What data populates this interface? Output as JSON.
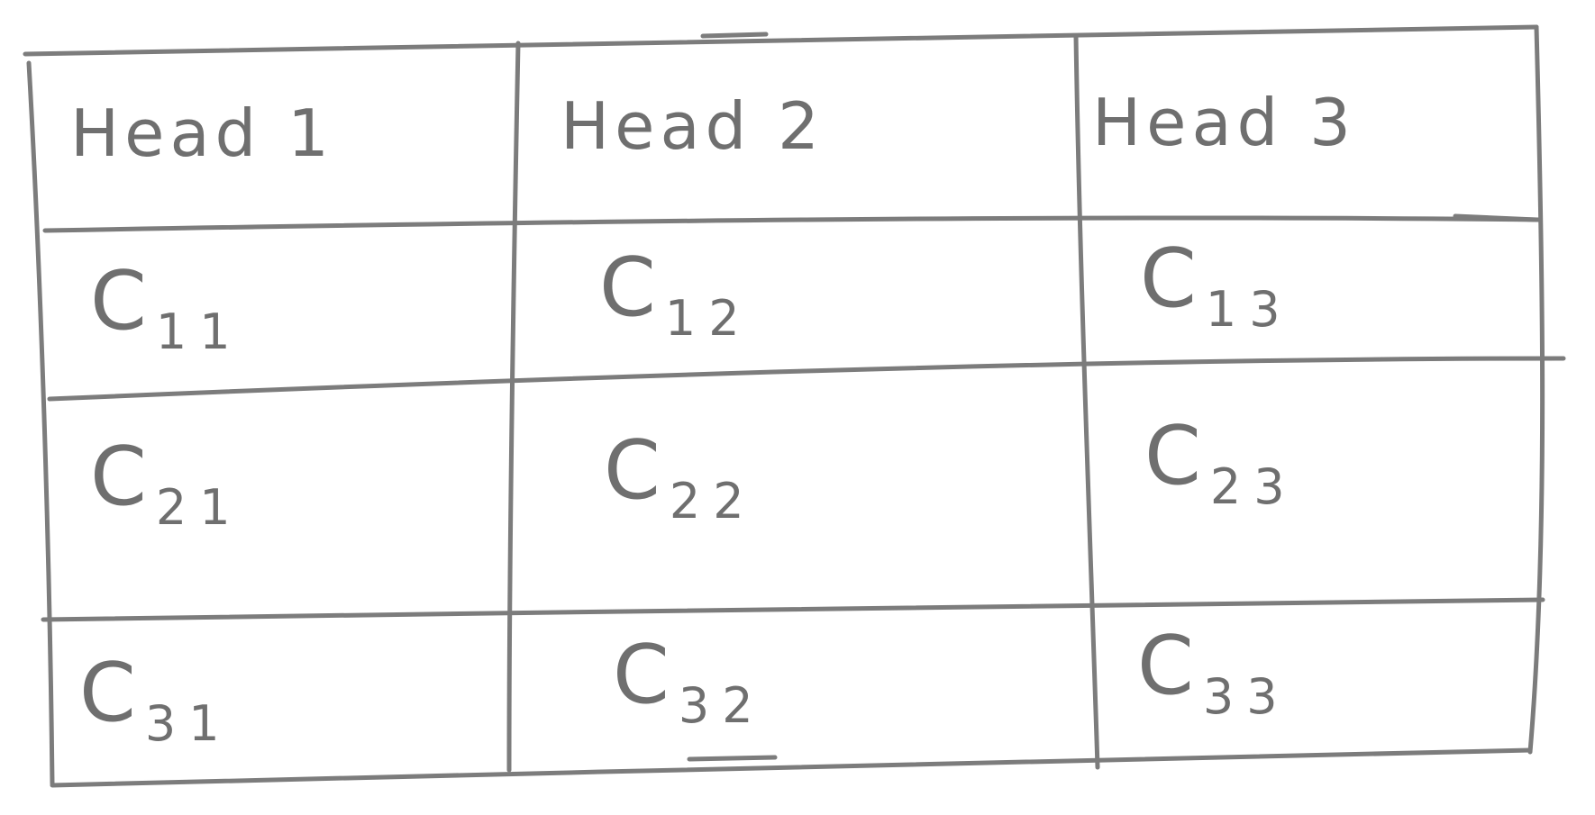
{
  "table": {
    "headers": [
      "Head 1",
      "Head 2",
      "Head 3"
    ],
    "rows": [
      [
        {
          "base": "C",
          "sub": "11"
        },
        {
          "base": "C",
          "sub": "12"
        },
        {
          "base": "C",
          "sub": "13"
        }
      ],
      [
        {
          "base": "C",
          "sub": "21"
        },
        {
          "base": "C",
          "sub": "22"
        },
        {
          "base": "C",
          "sub": "23"
        }
      ],
      [
        {
          "base": "C",
          "sub": "31"
        },
        {
          "base": "C",
          "sub": "32"
        },
        {
          "base": "C",
          "sub": "33"
        }
      ]
    ]
  },
  "colors": {
    "ink": "#7c7c7c",
    "paper": "#ffffff"
  }
}
